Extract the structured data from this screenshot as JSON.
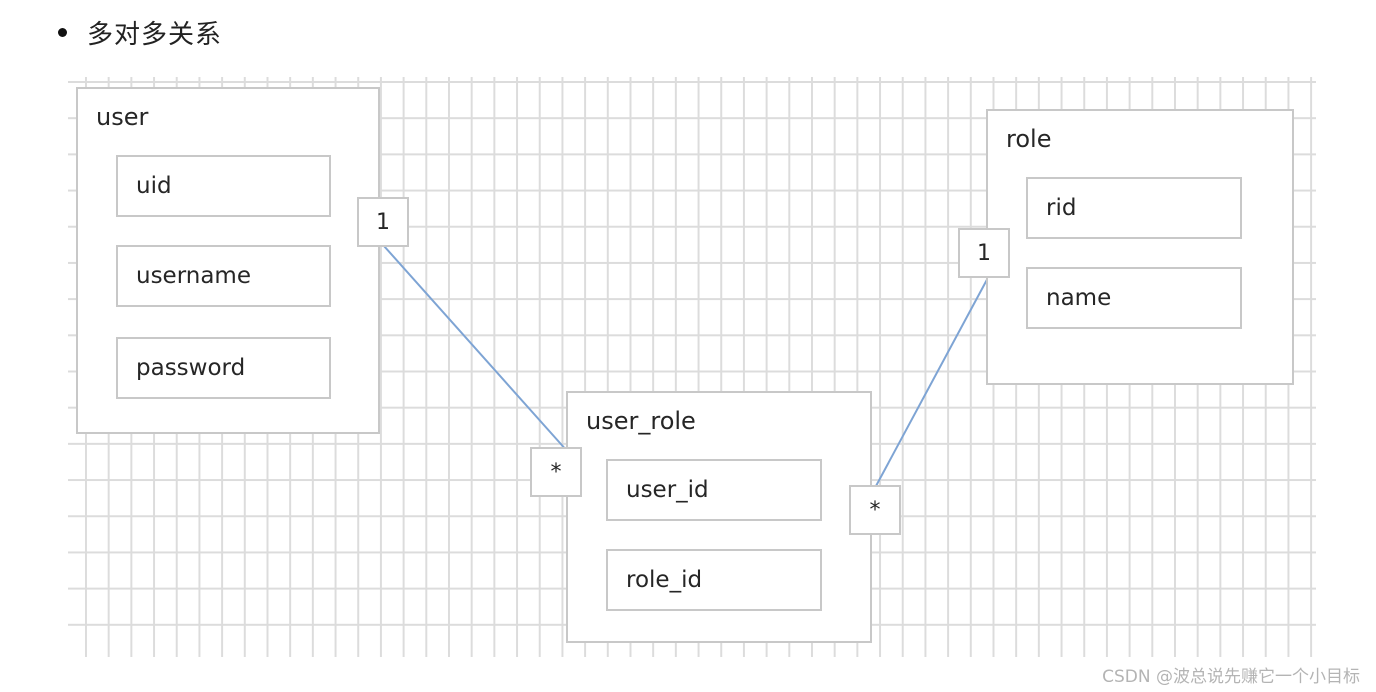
{
  "heading": "多对多关系",
  "entities": {
    "user": {
      "title": "user",
      "fields": [
        "uid",
        "username",
        "password"
      ]
    },
    "role": {
      "title": "role",
      "fields": [
        "rid",
        "name"
      ]
    },
    "user_role": {
      "title": "user_role",
      "fields": [
        "user_id",
        "role_id"
      ]
    }
  },
  "multiplicities": {
    "user_side": "1",
    "role_side": "1",
    "user_role_user_side": "*",
    "user_role_role_side": "*"
  },
  "watermark": "CSDN @波总说先赚它一个小目标",
  "colors": {
    "link": "#7ea4d4",
    "border": "#c8c8c8",
    "grid": "#dcdcdc"
  }
}
